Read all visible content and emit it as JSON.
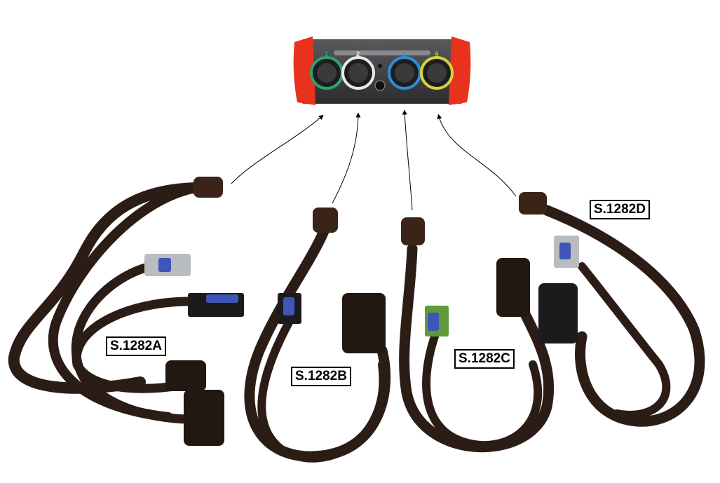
{
  "device": {
    "port_numbers": [
      "1",
      "2",
      "3",
      "4"
    ],
    "colors": {
      "body": "#3a3a3c",
      "bumper": "#e8321e",
      "ring1": "#2fa36b",
      "ring2": "#e8e8e8",
      "ring3": "#2a8fd6",
      "ring4": "#d8d23a"
    }
  },
  "harness_labels": {
    "a": "S.1282A",
    "b": "S.1282B",
    "c": "S.1282C",
    "d": "S.1282D"
  },
  "cable_color": "#2b1d16",
  "connector_colors": {
    "grey": "#b9bcc0",
    "blue": "#3f55b8",
    "green": "#5f9a3a",
    "black": "#1b1b1d"
  }
}
